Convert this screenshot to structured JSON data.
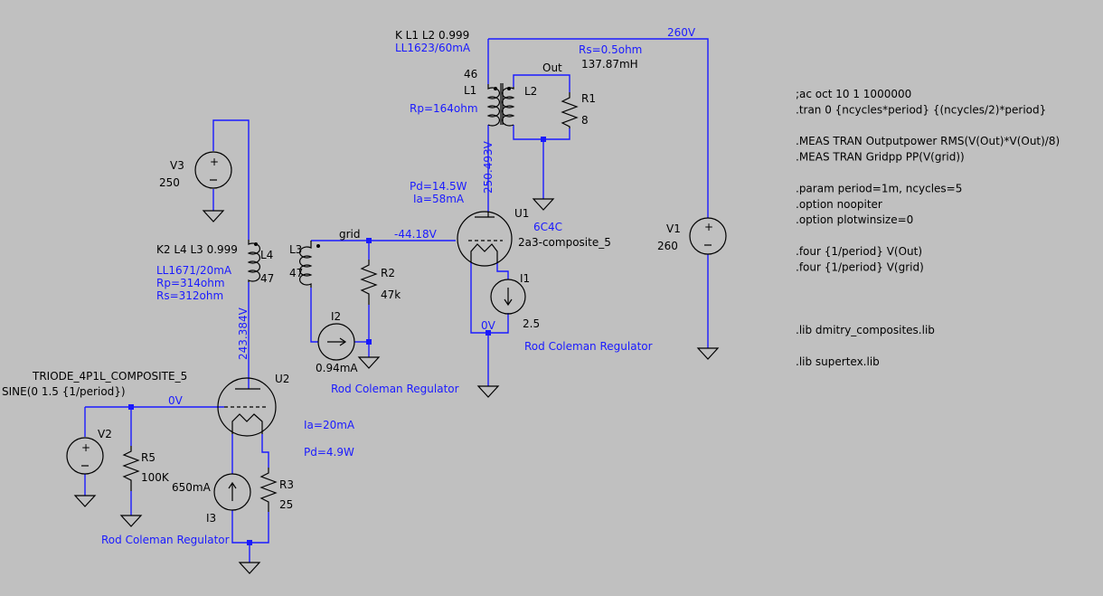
{
  "colors": {
    "background": "#c0c0c0",
    "wire": "#1a1aff",
    "component": "#000000",
    "label": "#1a1aff"
  },
  "netlabels": {
    "v260": "260V",
    "grid": "grid",
    "out": "Out",
    "gridv": "-44.18V",
    "u1cathode": "0V",
    "u2grid": "0V",
    "u1plate": "250.493V",
    "u2plate": "243.384V"
  },
  "components": {
    "L1": {
      "ref": "L1",
      "value": "46",
      "rp": "Rp=164ohm"
    },
    "L2": {
      "ref": "L2",
      "rs": "Rs=0.5ohm",
      "value": "137.87mH"
    },
    "R1": {
      "ref": "R1",
      "value": "8"
    },
    "V1": {
      "ref": "V1",
      "value": "260"
    },
    "U1": {
      "ref": "U1",
      "tube": "6C4C",
      "model": "2a3-composite_5",
      "pd": "Pd=14.5W",
      "ia": "Ia=58mA"
    },
    "I1": {
      "ref": "I1",
      "value": "2.5",
      "label": "Rod Coleman Regulator"
    },
    "L3": {
      "ref": "L3",
      "value": "47"
    },
    "R2": {
      "ref": "R2",
      "value": "47k"
    },
    "I2": {
      "ref": "I2",
      "value": "0.94mA",
      "label": "Rod Coleman Regulator"
    },
    "V3": {
      "ref": "V3",
      "value": "250"
    },
    "L4": {
      "ref": "L4",
      "value": "47",
      "type": "LL1671/20mA",
      "rp": "Rp=314ohm",
      "rs": "Rs=312ohm"
    },
    "U2": {
      "ref": "U2",
      "model": "TRIODE_4P1L_COMPOSITE_5",
      "ia": "Ia=20mA",
      "pd": "Pd=4.9W"
    },
    "V2": {
      "ref": "V2",
      "value": "SINE(0 1.5 {1/period})"
    },
    "R5": {
      "ref": "R5",
      "value": "100K"
    },
    "R3": {
      "ref": "R3",
      "value": "25"
    },
    "I3": {
      "ref": "I3",
      "value": "650mA",
      "label": "Rod Coleman Regulator"
    }
  },
  "couplings": {
    "k1": {
      "text": "K L1 L2 0.999",
      "type": "LL1623/60mA"
    },
    "k2": {
      "text": "K2 L4 L3 0.999"
    }
  },
  "directives": [
    ";ac oct 10 1 1000000",
    ".tran 0 {ncycles*period} {(ncycles/2)*period}",
    "",
    ".MEAS TRAN Outputpower  RMS(V(Out)*V(Out)/8)",
    ".MEAS TRAN Gridpp PP(V(grid))",
    "",
    ".param period=1m, ncycles=5",
    ".option noopiter",
    ".option plotwinsize=0",
    "",
    ".four {1/period} V(Out)",
    ".four {1/period} V(grid)",
    "",
    "",
    "",
    ".lib dmitry_composites.lib",
    "",
    ".lib supertex.lib"
  ]
}
